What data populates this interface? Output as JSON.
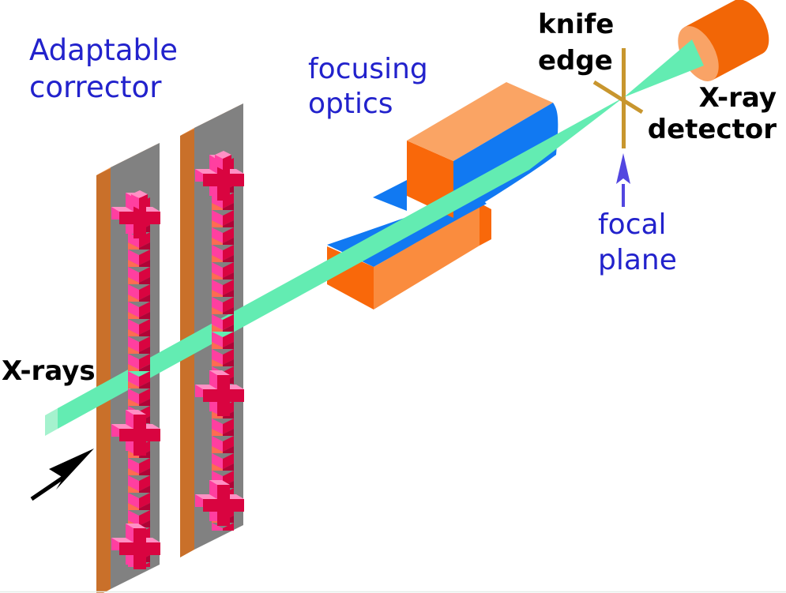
{
  "labels": {
    "adaptable_corrector": {
      "line1": "Adaptable",
      "line2": "corrector"
    },
    "focusing_optics": {
      "line1": "focusing",
      "line2": "optics"
    },
    "knife_edge": {
      "line1": "knife",
      "line2": "edge"
    },
    "xray_detector": {
      "line1": "X-ray",
      "line2": "detector"
    },
    "focal_plane": {
      "line1": "focal",
      "line2": "plane"
    },
    "xrays": "X-rays"
  },
  "colors": {
    "background": "#ffffff",
    "label_blue": "#2222cc",
    "label_black": "#000000",
    "beam": "#63ecb2",
    "beam_end": "#a5f2ce",
    "panel_gray": "#818181",
    "panel_side_orange": "#c9702a",
    "light_orange_top": "#faa464",
    "chain_crimson": "#d90440",
    "chain_pink": "#ff3fa0",
    "chain_light_pink": "#ff90c4",
    "chain_accent": "#ff6b52",
    "chain_shadow": "#b00336",
    "optic_blue": "#1179f2",
    "optic_dark_orange": "#f9680a",
    "optic_front_orange": "#fa8c3e",
    "detector_body": "#f26606",
    "detector_face": "#f9a366",
    "knife_edge_tan": "#c8962e",
    "focal_arrow": "#5246e0",
    "arrow_black": "#000000",
    "bottom_hairline": "#e6eee8"
  }
}
